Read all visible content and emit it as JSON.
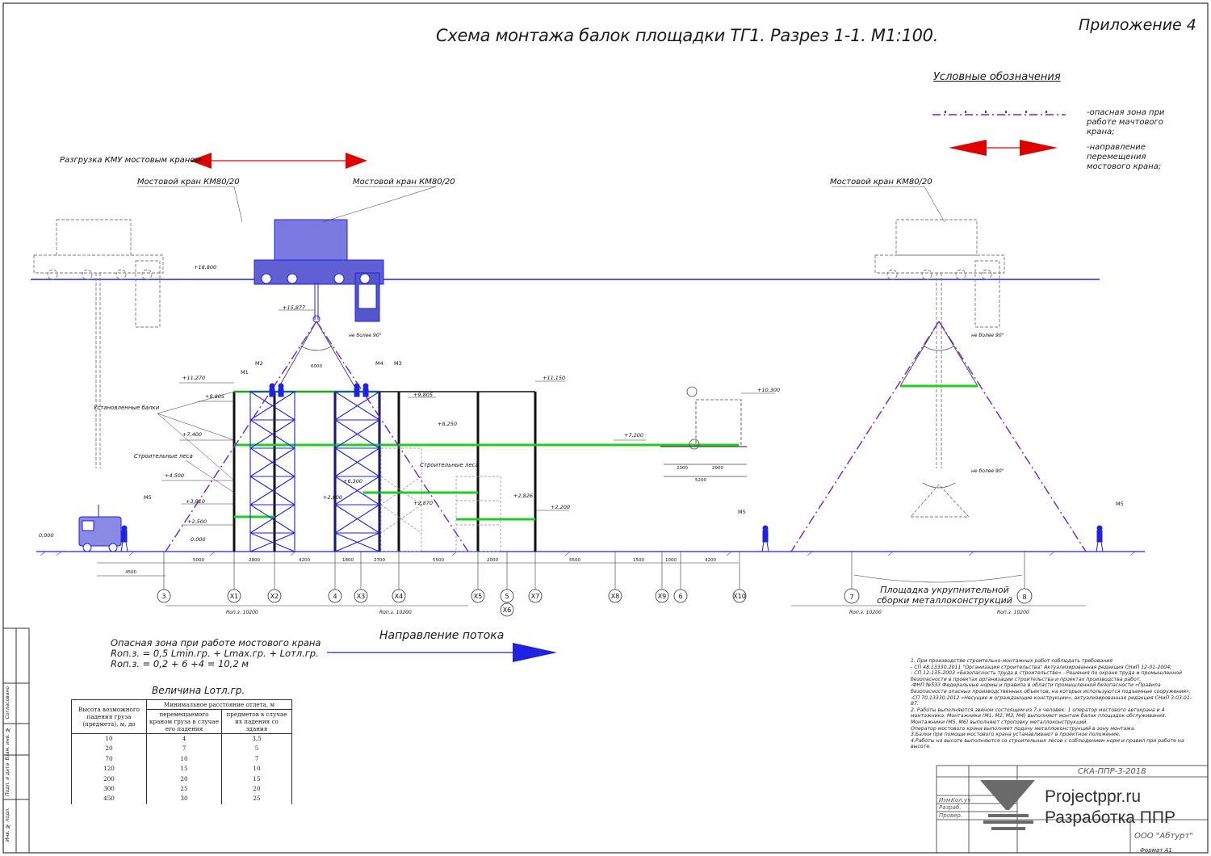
{
  "title": "Схема монтажа балок площадки ТГ1. Разрез 1-1. М1:100.",
  "appendix": "Приложение 4",
  "legend": {
    "title": "Условные обозначения",
    "items": [
      {
        "text": "-опасная зона при работе мачтового крана;",
        "color": "#7a1fd0"
      },
      {
        "text": "-направление перемещения мостового крана;",
        "color": "#e00000"
      }
    ]
  },
  "labels": {
    "unload": "Разгрузка КМУ мостовым краном",
    "crane": "Мостовой кран КМ80/20",
    "installed_beams": "Установленные балки",
    "scaffold": "Строительные леса",
    "scaffold_2": "Строительные леса",
    "angle": "не более 90°",
    "flow": "Направление потока",
    "site": "Площадка укрупнительной сборки металлоконструкций",
    "roz": "Rоп.з. 10200",
    "format": "Формат А1"
  },
  "elevations": [
    "+18,800",
    "+15,877",
    "+11,270",
    "+9,805",
    "+7,400",
    "+4,500",
    "+3,910",
    "+2,500",
    "0,000",
    "+11,150",
    "+9,805",
    "+8,250",
    "+6,300",
    "+2,800",
    "+2,870",
    "+2,826",
    "+2,200",
    "+10,300",
    "+7,200"
  ],
  "workers": [
    "М1",
    "М2",
    "М3",
    "М4",
    "М5"
  ],
  "axes": [
    "3",
    "Х1",
    "Х2",
    "4",
    "Х3",
    "Х4",
    "Х5",
    "5",
    "Х6",
    "Х7",
    "Х8",
    "Х9",
    "6",
    "Х10",
    "7",
    "8"
  ],
  "dims": [
    "4500",
    "5000",
    "2800",
    "4200",
    "1800",
    "2700",
    "5500",
    "2000",
    "5500",
    "1500",
    "1000",
    "4200",
    "6000",
    "2300",
    "2900",
    "5200"
  ],
  "danger_zone": {
    "title": "Опасная зона при работе мостового крана",
    "formula1": "Rоп.з. = 0,5 Lmin.гр. + Lmax.гр. + Lотл.гр.",
    "formula2": "Rоп.з. = 0,2 + 6 +4 = 10,2 м"
  },
  "lomt": {
    "title": "Величина Lотл.гр.",
    "header_col1": "Высота возможного падения груза (предмета), м, до",
    "header_group": "Минимальное расстояние отлета, м",
    "header_col2": "перемещаемого краном груза в случае его падения",
    "header_col3": "предметов в случае их падения со здания",
    "rows": [
      [
        "10",
        "4",
        "3,5"
      ],
      [
        "20",
        "7",
        "5"
      ],
      [
        "70",
        "10",
        "7"
      ],
      [
        "120",
        "15",
        "10"
      ],
      [
        "200",
        "20",
        "15"
      ],
      [
        "300",
        "25",
        "20"
      ],
      [
        "450",
        "30",
        "25"
      ]
    ]
  },
  "notes": [
    "1. При производстве строительно-монтажных работ соблюдать требования",
    "- СП 48.13330.2011 \"Организация строительства\" Актуализированная редакция СНиП 12-01-2004;",
    "- СП 12-135-2003 «Безопасность труда в строительстве» - Решения по охране труда и промышленной безопасности в проектах организации строительства и проектах производства работ.",
    "-ФНП №533 Федеральные нормы и правила в области промышленной безопасности «Правила безопасности опасных производственных объектов, на которых используются подъемные сооружения»;",
    "-СП 70.13330.2012 «Несущие и ограждающие конструкции», актуализированная редакция СНиП 3.03.01-87.",
    "2. Работы выполняются звеном состоящим из 7-х человек: 1 оператор мостового автокрана и 4 монтажника. Монтажники (М1, М2, М3, М4) выполняют монтаж балок площадок обслуживания. Монтажники (М5, М6) выполняют строповку металлоконструкций.",
    "Оператор мостового крана выполняет подачу металлоконструкций в зону монтажа.",
    "3.Балки при помощи мостового крана устанавливают в проектное положение.",
    "4.Работы на высоте выполняются со строительных лесов с соблюдением норм и правил при работе на высоте."
  ],
  "stamp": {
    "code": "СКА-ППР-3-2018",
    "rows": [
      "Изм.",
      "Кол.уч",
      "Разраб.",
      "Провер."
    ],
    "org": "ООО \"Абтурт\""
  },
  "watermark": {
    "url": "Projectppr.ru",
    "sub": "Разработка ППР"
  },
  "side_stamp": [
    "Взам. инв. №",
    "Подп. и дата",
    "Инв. № подл.",
    "Согласовано"
  ]
}
